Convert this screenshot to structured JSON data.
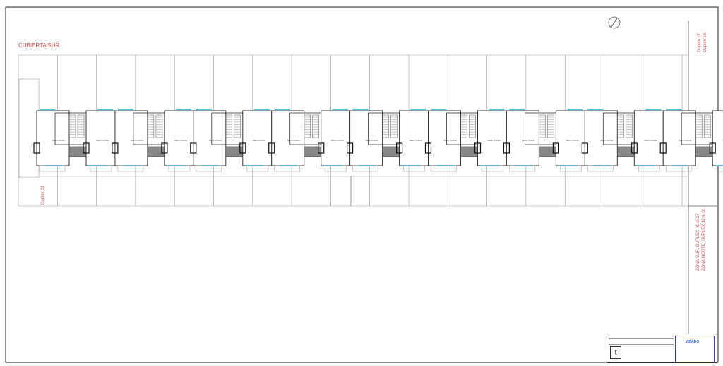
{
  "drawing": {
    "section_title": "CUBIERTA SUR",
    "left_unit_label": "Duplex 01",
    "right_unit_labels": [
      "Duplex 17",
      "Duplex 18"
    ],
    "zone_labels": [
      "ZONA SUR, DUPLEX 01 al 17",
      "ZONA NORTE, DUPLEX 18 al 31"
    ],
    "room_label": "Salon Cocina",
    "colors": {
      "lines": "#333333",
      "glazing": "#4fc3e0",
      "annotation": "#d4524f",
      "stamp": "#3b3bb0"
    }
  },
  "title_block": {
    "stamp_label": "VISADO",
    "logo_letter": "t"
  }
}
